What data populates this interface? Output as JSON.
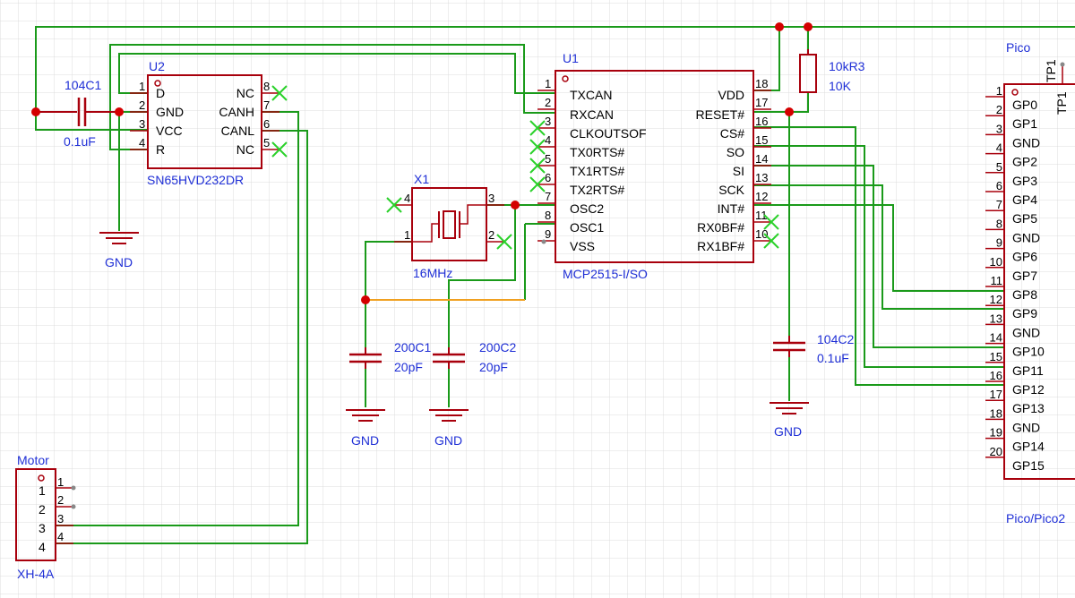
{
  "colors": {
    "wire": "#1a9a1a",
    "symbol": "#a8000c",
    "junction": "#d40000",
    "label": "#1f2fd6",
    "text": "#000000",
    "grid": "#dcdcdc",
    "noconnect": "#2ad12a",
    "netline": "#f0a020"
  },
  "u2": {
    "ref": "U2",
    "part": "SN65HVD232DR",
    "pin_nums": [
      "1",
      "2",
      "3",
      "4",
      "8",
      "7",
      "6",
      "5"
    ],
    "pins_left": [
      "D",
      "GND",
      "VCC",
      "R"
    ],
    "pins_right": [
      "NC",
      "CANH",
      "CANL",
      "NC"
    ]
  },
  "c1": {
    "ref": "104C1",
    "value": "0.1uF"
  },
  "u1": {
    "ref": "U1",
    "part": "MCP2515-I/SO",
    "pin_nums_left": [
      "1",
      "2",
      "3",
      "4",
      "5",
      "6",
      "7",
      "8",
      "9"
    ],
    "pin_nums_right": [
      "18",
      "17",
      "16",
      "15",
      "14",
      "13",
      "12",
      "11",
      "10"
    ],
    "pins_left": [
      "TXCAN",
      "RXCAN",
      "CLKOUTSOF",
      "TX0RTS#",
      "TX1RTS#",
      "TX2RTS#",
      "OSC2",
      "OSC1",
      "VSS"
    ],
    "pins_right": [
      "VDD",
      "RESET#",
      "CS#",
      "SO",
      "SI",
      "SCK",
      "INT#",
      "RX0BF#",
      "RX1BF#"
    ]
  },
  "x1": {
    "ref": "X1",
    "value": "16MHz",
    "pin_nums": [
      "4",
      "3",
      "1",
      "2"
    ]
  },
  "r3": {
    "ref": "10kR3",
    "value": "10K"
  },
  "c200c1": {
    "ref": "200C1",
    "value": "20pF"
  },
  "c200c2": {
    "ref": "200C2",
    "value": "20pF"
  },
  "c104c2": {
    "ref": "104C2",
    "value": "0.1uF"
  },
  "gnd": {
    "label": "GND"
  },
  "pico": {
    "ref": "Pico",
    "part": "Pico/Pico2",
    "tp1": "TP1",
    "tp1b": "TP1",
    "pin_nums": [
      "1",
      "2",
      "3",
      "4",
      "5",
      "6",
      "7",
      "8",
      "9",
      "10",
      "11",
      "12",
      "13",
      "14",
      "15",
      "16",
      "17",
      "18",
      "19",
      "20"
    ],
    "pins": [
      "GP0",
      "GP1",
      "GND",
      "GP2",
      "GP3",
      "GP4",
      "GP5",
      "GND",
      "GP6",
      "GP7",
      "GP8",
      "GP9",
      "GND",
      "GP10",
      "GP11",
      "GP12",
      "GP13",
      "GND",
      "GP14",
      "GP15"
    ]
  },
  "motor": {
    "ref": "Motor",
    "part": "XH-4A",
    "pin_labels": [
      "1",
      "2",
      "3",
      "4"
    ],
    "pin_nums": [
      "1",
      "2",
      "3",
      "4"
    ]
  }
}
